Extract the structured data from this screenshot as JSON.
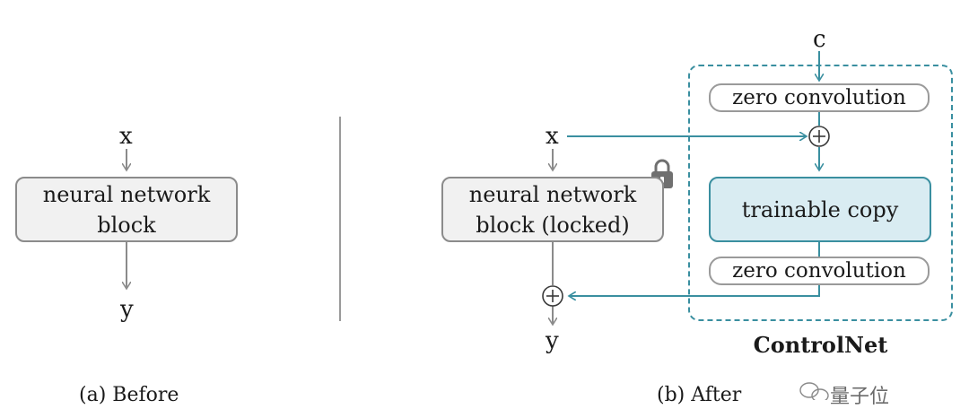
{
  "left_diagram": {
    "input_label": "x",
    "block_label": "neural network\nblock",
    "output_label": "y",
    "caption": "(a) Before"
  },
  "right_diagram": {
    "input_label": "x",
    "condition_label": "c",
    "locked_block_label": "neural network\nblock (locked)",
    "output_label": "y",
    "zero_conv_top": "zero convolution",
    "trainable_copy": "trainable copy",
    "zero_conv_bottom": "zero convolution",
    "controlnet_title": "ControlNet",
    "caption": "(b) After"
  },
  "watermark": "量子位",
  "colors": {
    "accent": "#3a8fa0",
    "gray_arrow": "#8b8b8b",
    "block_fill": "#f1f1f1",
    "trainable_fill": "#d9ecf2"
  },
  "icons": [
    "lock-icon",
    "plus-circle-icon",
    "arrow-down-icon",
    "arrow-left-icon",
    "arrow-right-icon",
    "wechat-icon"
  ]
}
